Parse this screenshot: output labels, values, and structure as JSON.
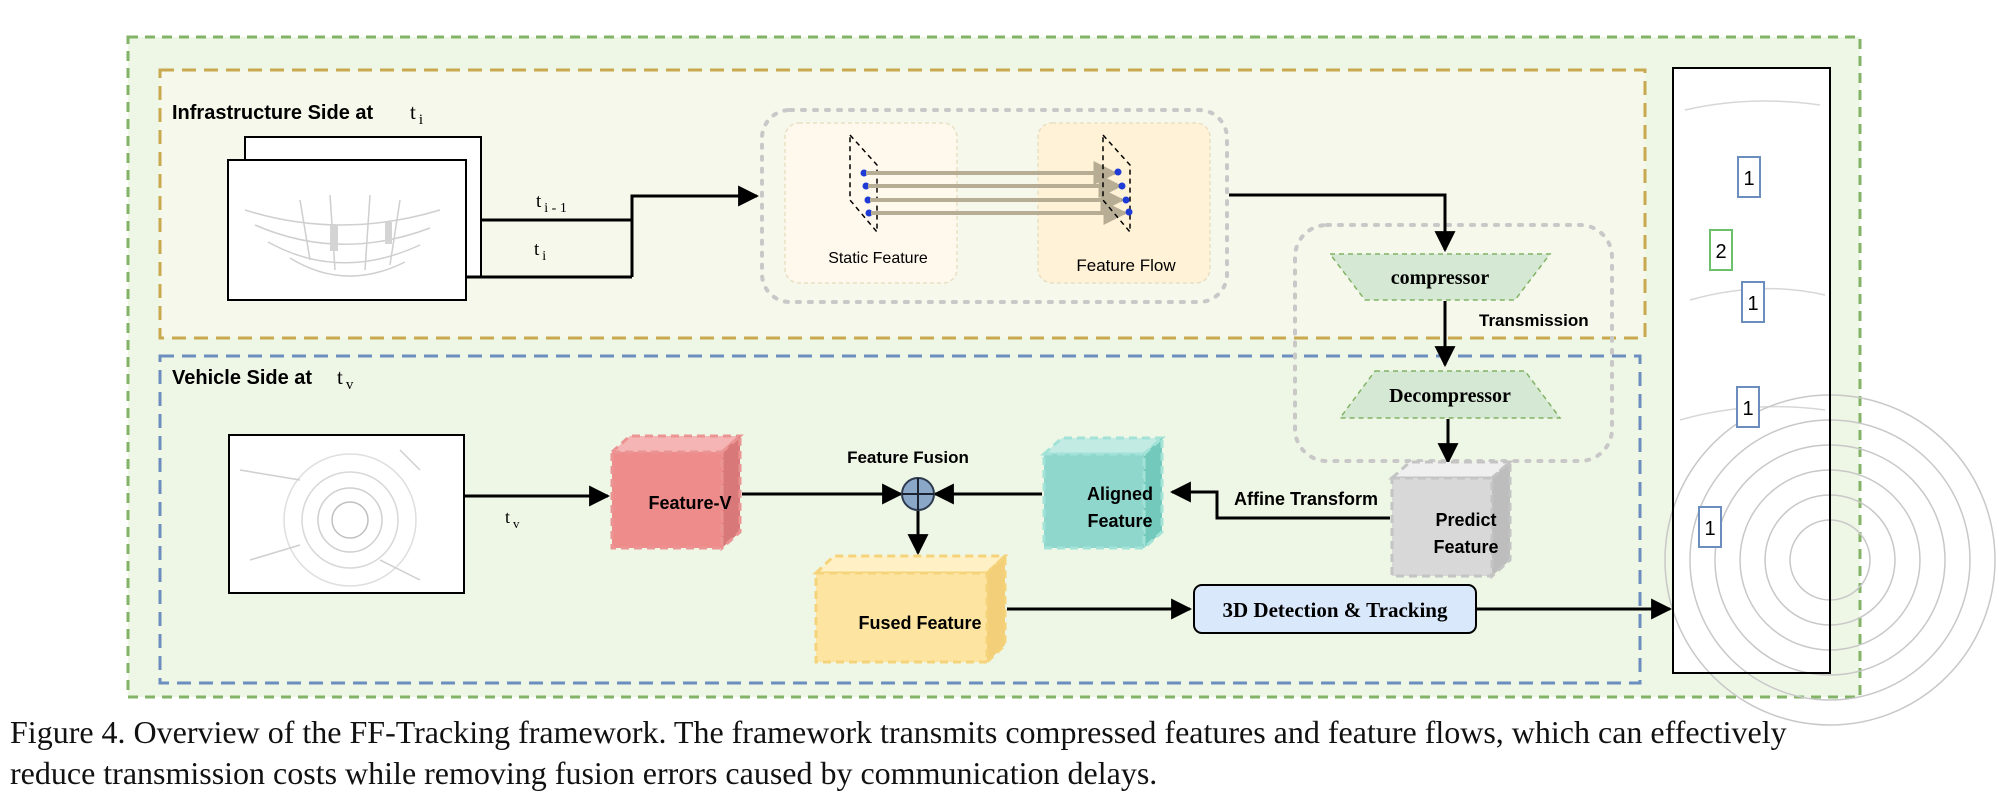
{
  "infra": {
    "title": "Infrastructure Side at",
    "time_sym": "t",
    "time_sub": "i"
  },
  "vehicle": {
    "title": "Vehicle Side at",
    "time_sym": "t",
    "time_sub": "v"
  },
  "labels": {
    "t_prev_sym": "t",
    "t_prev_sub": "i - 1",
    "t_cur_sym": "t",
    "t_cur_sub": "i",
    "t_v_sym": "t",
    "t_v_sub": "v",
    "static_feature": "Static Feature",
    "feature_flow": "Feature Flow",
    "compressor": "compressor",
    "transmission": "Transmission",
    "decompressor": "Decompressor",
    "predict_feature_1": "Predict",
    "predict_feature_2": "Feature",
    "affine_transform": "Affine Transform",
    "aligned_feature_1": "Aligned",
    "aligned_feature_2": "Feature",
    "feature_fusion": "Feature Fusion",
    "feature_v": "Feature-V",
    "fused_feature": "Fused Feature",
    "detection_tracking": "3D Detection & Tracking"
  },
  "track_ids": [
    "1",
    "2",
    "1",
    "1",
    "1"
  ],
  "caption": {
    "line1": "Figure 4. Overview of the FF-Tracking framework. The framework transmits compressed features and feature flows, which can effectively",
    "line2": "reduce transmission costs while removing fusion errors caused by communication delays."
  },
  "colors": {
    "outer_border": "#82b366",
    "infra_border": "#c9a94f",
    "vehicle_border": "#6c8ebf",
    "bg_green": "#eef7e6",
    "compressor_fill": "#d5e8d4",
    "feature_v": "#ee8b8b",
    "aligned": "#8fd6cc",
    "fused": "#fde4a0",
    "predict": "#d8d8d8",
    "detect_fill": "#dae8fc"
  }
}
